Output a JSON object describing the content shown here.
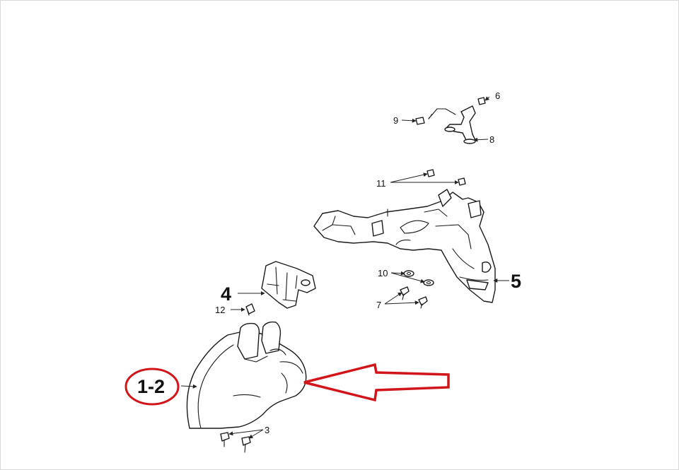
{
  "labels": {
    "part_1_2": "1-2",
    "part_3": "3",
    "part_4": "4",
    "part_5": "5",
    "part_6": "6",
    "part_7": "7",
    "part_8": "8",
    "part_9": "9",
    "part_10": "10",
    "part_11": "11",
    "part_12": "12"
  },
  "colors": {
    "highlight": "#d0161b",
    "line": "#1a1a1a",
    "background": "#ffffff"
  }
}
